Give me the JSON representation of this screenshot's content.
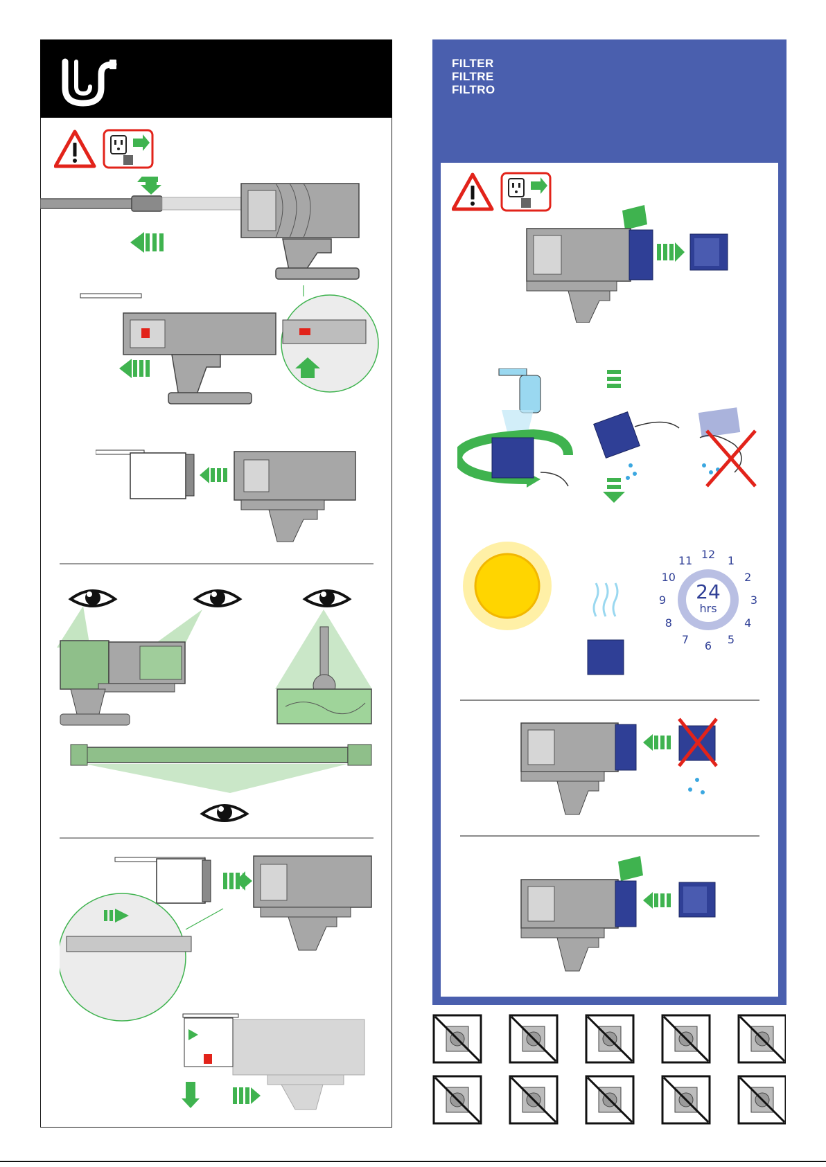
{
  "filter_section": {
    "titles": [
      "FILTER",
      "FILTRE",
      "FILTRO"
    ]
  },
  "clock": {
    "hours_value": "24",
    "hours_unit": "hrs",
    "numbers": [
      "12",
      "1",
      "2",
      "3",
      "4",
      "5",
      "6",
      "7",
      "8",
      "9",
      "10",
      "11"
    ]
  },
  "colors": {
    "header_black": "#000000",
    "panel_blue": "#4a5fae",
    "arrow_green": "#3fb34f",
    "warning_red": "#e2231a",
    "filter_navy": "#2f3f96",
    "machine_grey": "#a7a7a7",
    "highlight_green": "#9fd49a",
    "clock_lavender": "#b9bfe3"
  },
  "icons": {
    "header_logo": "hose-u-icon",
    "warning": "warning-triangle-icon",
    "unplug": "unplug-socket-icon",
    "eye": "eye-icon"
  }
}
